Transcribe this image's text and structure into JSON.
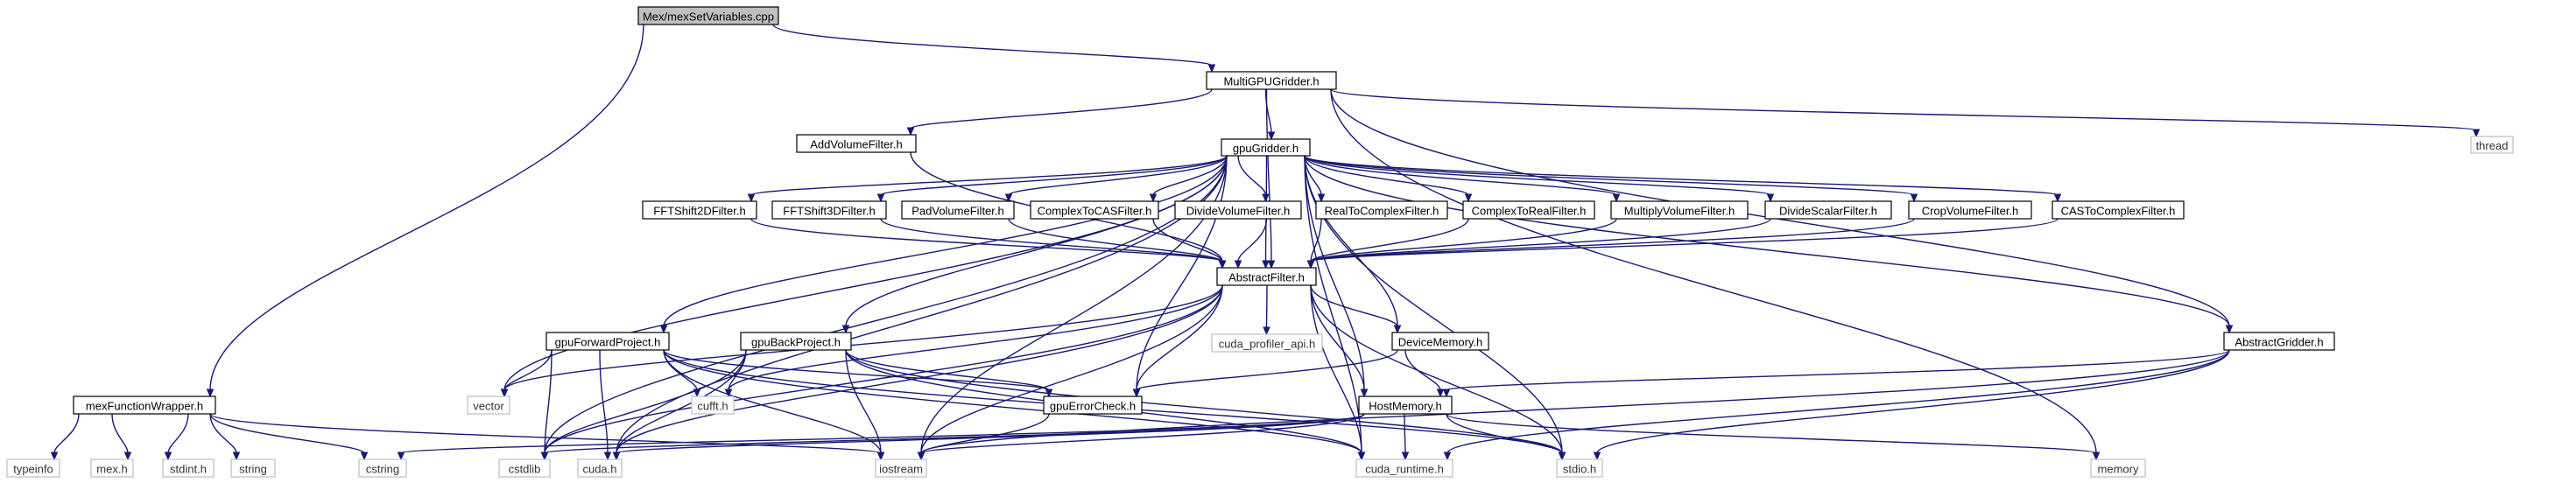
{
  "graph": {
    "colors": {
      "edge": "#191970",
      "root_fill": "#bfbfbf",
      "node_fill": "#ffffff",
      "node_border": "#000000",
      "system_border": "#bfbfbf"
    },
    "nodes": [
      {
        "id": "root",
        "label": "Mex/mexSetVariables.cpp",
        "kind": "root"
      },
      {
        "id": "multi",
        "label": "MultiGPUGridder.h",
        "kind": "file"
      },
      {
        "id": "mexfw",
        "label": "mexFunctionWrapper.h",
        "kind": "file"
      },
      {
        "id": "addvol",
        "label": "AddVolumeFilter.h",
        "kind": "file"
      },
      {
        "id": "gpugrid",
        "label": "gpuGridder.h",
        "kind": "file"
      },
      {
        "id": "thread",
        "label": "thread",
        "kind": "system"
      },
      {
        "id": "fft2d",
        "label": "FFTShift2DFilter.h",
        "kind": "file"
      },
      {
        "id": "fft3d",
        "label": "FFTShift3DFilter.h",
        "kind": "file"
      },
      {
        "id": "padvol",
        "label": "PadVolumeFilter.h",
        "kind": "file"
      },
      {
        "id": "c2cas",
        "label": "ComplexToCASFilter.h",
        "kind": "file"
      },
      {
        "id": "divvol",
        "label": "DivideVolumeFilter.h",
        "kind": "file"
      },
      {
        "id": "r2c",
        "label": "RealToComplexFilter.h",
        "kind": "file"
      },
      {
        "id": "c2r",
        "label": "ComplexToRealFilter.h",
        "kind": "file"
      },
      {
        "id": "mulvol",
        "label": "MultiplyVolumeFilter.h",
        "kind": "file"
      },
      {
        "id": "divsc",
        "label": "DivideScalarFilter.h",
        "kind": "file"
      },
      {
        "id": "cropvol",
        "label": "CropVolumeFilter.h",
        "kind": "file"
      },
      {
        "id": "cas2c",
        "label": "CASToComplexFilter.h",
        "kind": "file"
      },
      {
        "id": "absfilt",
        "label": "AbstractFilter.h",
        "kind": "file"
      },
      {
        "id": "gpufwd",
        "label": "gpuForwardProject.h",
        "kind": "file"
      },
      {
        "id": "gpuback",
        "label": "gpuBackProject.h",
        "kind": "file"
      },
      {
        "id": "cudaprof",
        "label": "cuda_profiler_api.h",
        "kind": "system"
      },
      {
        "id": "devmem",
        "label": "DeviceMemory.h",
        "kind": "file"
      },
      {
        "id": "absgrid",
        "label": "AbstractGridder.h",
        "kind": "file"
      },
      {
        "id": "vector",
        "label": "vector",
        "kind": "system"
      },
      {
        "id": "cufft",
        "label": "cufft.h",
        "kind": "system"
      },
      {
        "id": "gpuerr",
        "label": "gpuErrorCheck.h",
        "kind": "file"
      },
      {
        "id": "hostmem",
        "label": "HostMemory.h",
        "kind": "file"
      },
      {
        "id": "typeinfo",
        "label": "typeinfo",
        "kind": "system"
      },
      {
        "id": "mexh",
        "label": "mex.h",
        "kind": "system"
      },
      {
        "id": "stdint",
        "label": "stdint.h",
        "kind": "system"
      },
      {
        "id": "string",
        "label": "string",
        "kind": "system"
      },
      {
        "id": "cstring",
        "label": "cstring",
        "kind": "system"
      },
      {
        "id": "cstdlib",
        "label": "cstdlib",
        "kind": "system"
      },
      {
        "id": "cudah",
        "label": "cuda.h",
        "kind": "system"
      },
      {
        "id": "iostream",
        "label": "iostream",
        "kind": "system"
      },
      {
        "id": "cudart",
        "label": "cuda_runtime.h",
        "kind": "system"
      },
      {
        "id": "stdio",
        "label": "stdio.h",
        "kind": "system"
      },
      {
        "id": "memory",
        "label": "memory",
        "kind": "system"
      }
    ],
    "edges": [
      [
        "root",
        "multi"
      ],
      [
        "root",
        "mexfw"
      ],
      [
        "multi",
        "addvol"
      ],
      [
        "multi",
        "gpugrid"
      ],
      [
        "multi",
        "thread"
      ],
      [
        "multi",
        "absgrid"
      ],
      [
        "multi",
        "memory"
      ],
      [
        "multi",
        "absfilt"
      ],
      [
        "addvol",
        "absfilt"
      ],
      [
        "gpugrid",
        "fft2d"
      ],
      [
        "gpugrid",
        "fft3d"
      ],
      [
        "gpugrid",
        "padvol"
      ],
      [
        "gpugrid",
        "c2cas"
      ],
      [
        "gpugrid",
        "divvol"
      ],
      [
        "gpugrid",
        "r2c"
      ],
      [
        "gpugrid",
        "c2r"
      ],
      [
        "gpugrid",
        "mulvol"
      ],
      [
        "gpugrid",
        "divsc"
      ],
      [
        "gpugrid",
        "cropvol"
      ],
      [
        "gpugrid",
        "cas2c"
      ],
      [
        "gpugrid",
        "absfilt"
      ],
      [
        "gpugrid",
        "gpufwd"
      ],
      [
        "gpugrid",
        "gpuback"
      ],
      [
        "gpugrid",
        "absgrid"
      ],
      [
        "gpugrid",
        "devmem"
      ],
      [
        "gpugrid",
        "hostmem"
      ],
      [
        "gpugrid",
        "gpuerr"
      ],
      [
        "gpugrid",
        "vector"
      ],
      [
        "gpugrid",
        "cstdlib"
      ],
      [
        "gpugrid",
        "iostream"
      ],
      [
        "gpugrid",
        "cudart"
      ],
      [
        "gpugrid",
        "stdio"
      ],
      [
        "gpugrid",
        "cudah"
      ],
      [
        "fft2d",
        "absfilt"
      ],
      [
        "fft3d",
        "absfilt"
      ],
      [
        "padvol",
        "absfilt"
      ],
      [
        "c2cas",
        "absfilt"
      ],
      [
        "divvol",
        "absfilt"
      ],
      [
        "r2c",
        "absfilt"
      ],
      [
        "c2r",
        "absfilt"
      ],
      [
        "mulvol",
        "absfilt"
      ],
      [
        "divsc",
        "absfilt"
      ],
      [
        "cropvol",
        "absfilt"
      ],
      [
        "cas2c",
        "absfilt"
      ],
      [
        "absfilt",
        "cudaprof"
      ],
      [
        "absfilt",
        "devmem"
      ],
      [
        "absfilt",
        "hostmem"
      ],
      [
        "absfilt",
        "gpuerr"
      ],
      [
        "absfilt",
        "cufft"
      ],
      [
        "absfilt",
        "vector"
      ],
      [
        "absfilt",
        "cstdlib"
      ],
      [
        "absfilt",
        "cudah"
      ],
      [
        "absfilt",
        "iostream"
      ],
      [
        "absfilt",
        "cudart"
      ],
      [
        "absfilt",
        "stdio"
      ],
      [
        "gpufwd",
        "vector"
      ],
      [
        "gpufwd",
        "cufft"
      ],
      [
        "gpufwd",
        "gpuerr"
      ],
      [
        "gpufwd",
        "cstdlib"
      ],
      [
        "gpufwd",
        "cudah"
      ],
      [
        "gpufwd",
        "iostream"
      ],
      [
        "gpufwd",
        "cudart"
      ],
      [
        "gpufwd",
        "stdio"
      ],
      [
        "gpuback",
        "cufft"
      ],
      [
        "gpuback",
        "gpuerr"
      ],
      [
        "gpuback",
        "cstdlib"
      ],
      [
        "gpuback",
        "cudah"
      ],
      [
        "gpuback",
        "iostream"
      ],
      [
        "gpuback",
        "cudart"
      ],
      [
        "gpuback",
        "stdio"
      ],
      [
        "devmem",
        "gpuerr"
      ],
      [
        "devmem",
        "hostmem"
      ],
      [
        "absgrid",
        "hostmem"
      ],
      [
        "absgrid",
        "stdio"
      ],
      [
        "absgrid",
        "cudart"
      ],
      [
        "absgrid",
        "iostream"
      ],
      [
        "gpuerr",
        "iostream"
      ],
      [
        "hostmem",
        "cstring"
      ],
      [
        "hostmem",
        "cstdlib"
      ],
      [
        "hostmem",
        "cudah"
      ],
      [
        "hostmem",
        "iostream"
      ],
      [
        "hostmem",
        "cudart"
      ],
      [
        "hostmem",
        "stdio"
      ],
      [
        "hostmem",
        "memory"
      ],
      [
        "mexfw",
        "typeinfo"
      ],
      [
        "mexfw",
        "mexh"
      ],
      [
        "mexfw",
        "stdint"
      ],
      [
        "mexfw",
        "string"
      ],
      [
        "mexfw",
        "cstring"
      ],
      [
        "mexfw",
        "iostream"
      ]
    ]
  }
}
